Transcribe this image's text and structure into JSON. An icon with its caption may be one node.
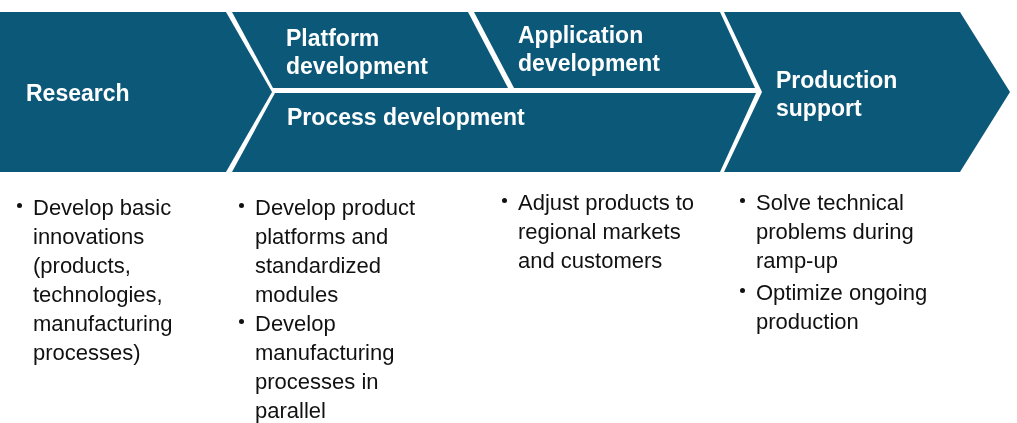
{
  "diagram": {
    "nodes": [
      {
        "text": [
          "Research"
        ],
        "beside": [
          "Develop basic innovations (products, technologies, manufacturing processes)"
        ]
      },
      {
        "text": [
          "Platform development"
        ]
      },
      {
        "text": [
          "Application development"
        ]
      },
      {
        "text": [
          "Process development"
        ]
      },
      {
        "text": [
          "Production support"
        ],
        "beside": [
          "Solve technical problems during ramp-up",
          "Optimize ongoing production"
        ]
      }
    ],
    "labels": [
      "Develop product platforms and standardized modules",
      "Develop manufacturing processes in parallel",
      "Adjust products to regional markets and customers"
    ]
  }
}
